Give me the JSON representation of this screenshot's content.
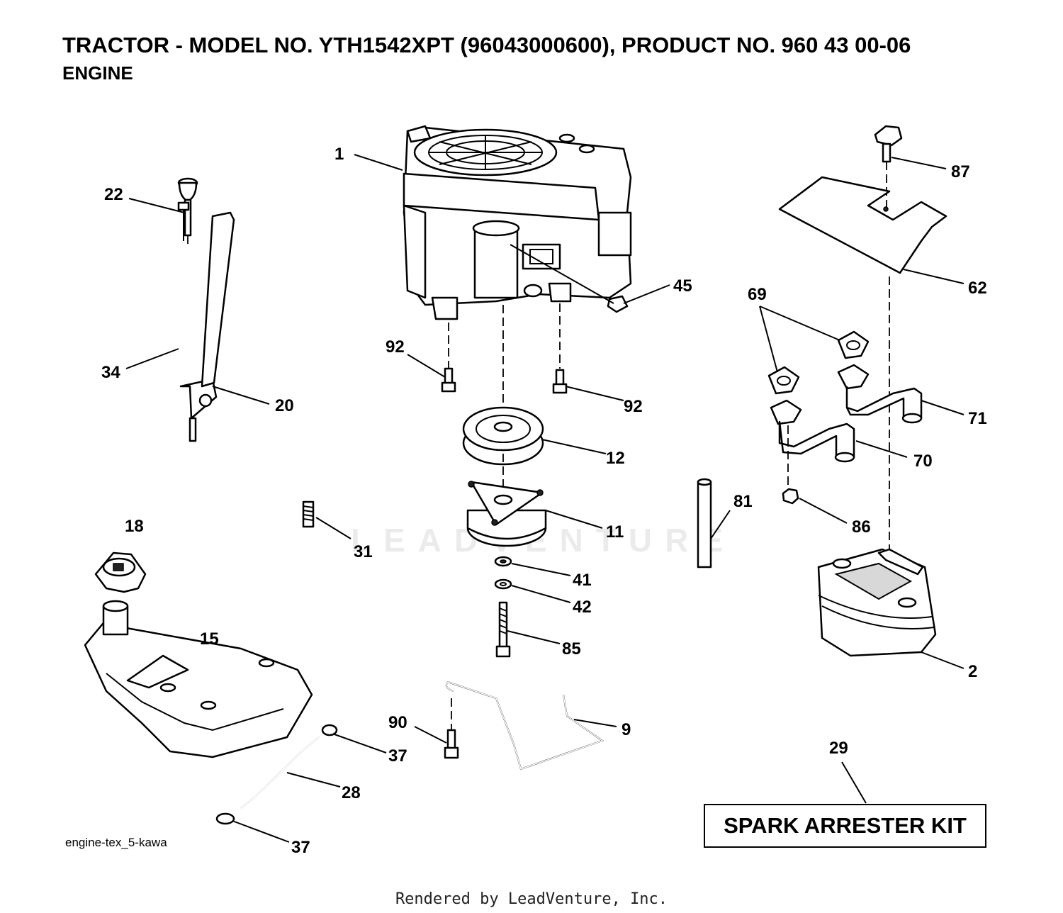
{
  "header": {
    "title": "TRACTOR - MODEL NO. YTH1542XPT (96043000600), PRODUCT NO. 960 43 00-06",
    "subtitle": "ENGINE"
  },
  "callouts": {
    "c1": "1",
    "c2": "2",
    "c9": "9",
    "c11": "11",
    "c12": "12",
    "c15": "15",
    "c18": "18",
    "c20": "20",
    "c22": "22",
    "c28": "28",
    "c29": "29",
    "c31": "31",
    "c34": "34",
    "c37a": "37",
    "c37b": "37",
    "c41": "41",
    "c42": "42",
    "c45": "45",
    "c62": "62",
    "c69": "69",
    "c70": "70",
    "c71": "71",
    "c81": "81",
    "c85": "85",
    "c86": "86",
    "c87": "87",
    "c90": "90",
    "c92a": "92",
    "c92b": "92"
  },
  "kit_label": "SPARK ARRESTER KIT",
  "file_code": "engine-tex_5-kawa",
  "footer": "Rendered by LeadVenture, Inc.",
  "watermark": "LEADVENTURE"
}
